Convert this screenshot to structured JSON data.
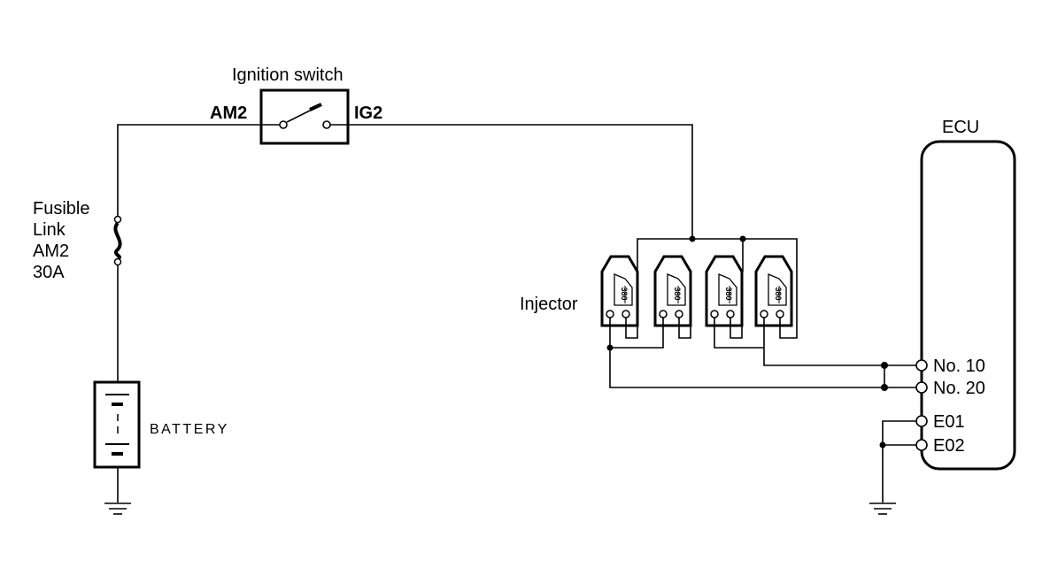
{
  "labels": {
    "ignition_switch": "Ignition switch",
    "am2": "AM2",
    "ig2": "IG2",
    "ecu": "ECU",
    "fusible_link": [
      "Fusible",
      "Link",
      "AM2",
      "30A"
    ],
    "battery": "BATTERY",
    "injector": "Injector"
  },
  "ecu_terminals": [
    "No. 10",
    "No. 20",
    "E01",
    "E02"
  ],
  "injectors": [
    {
      "coil_label": "380"
    },
    {
      "coil_label": "380"
    },
    {
      "coil_label": "380"
    },
    {
      "coil_label": "380"
    }
  ]
}
